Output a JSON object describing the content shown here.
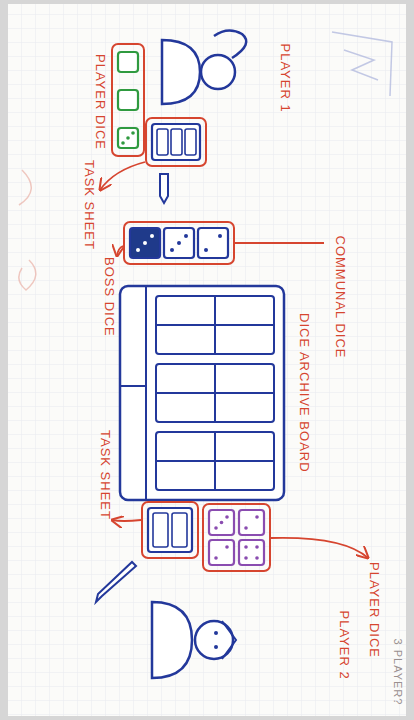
{
  "diagram": {
    "labels": [
      "PLAYER 1",
      "PLAYER DICE",
      "TASK SHEET",
      "BOSS DICE",
      "COMMUNAL DICE",
      "DICE ARCHIVE BOARD",
      "TASK SHEET",
      "PLAYER DICE",
      "PLAYER 2",
      "3 PLAYER?"
    ]
  }
}
